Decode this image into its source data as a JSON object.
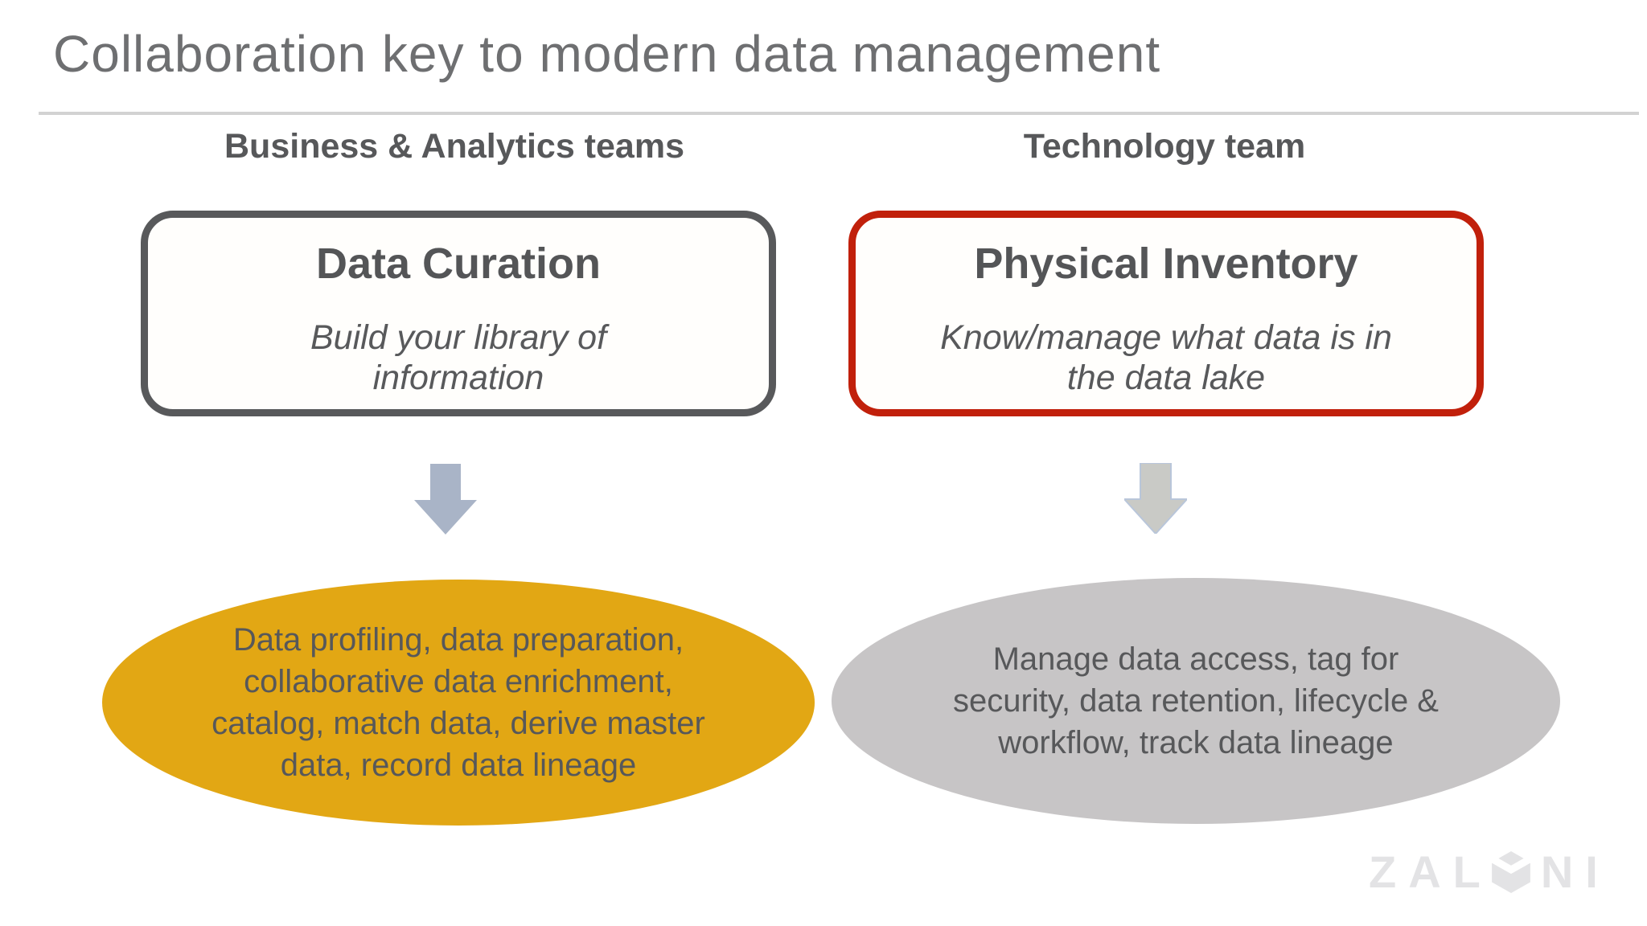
{
  "title": "Collaboration key to modern data management",
  "columns": {
    "left": {
      "header": "Business & Analytics teams",
      "box_title": "Data Curation",
      "box_subtitle": "Build your library of\ninformation",
      "ellipse_text": "Data profiling, data preparation,\ncollaborative data enrichment,\ncatalog, match data, derive master\ndata, record data lineage"
    },
    "right": {
      "header": "Technology team",
      "box_title": "Physical Inventory",
      "box_subtitle": "Know/manage what data is in\nthe data lake",
      "ellipse_text": "Manage data access, tag for\nsecurity, data retention, lifecycle &\nworkflow, track data lineage"
    }
  },
  "watermark": {
    "prefix": "ZAL",
    "suffix": "NI"
  },
  "colors": {
    "title_text": "#6E6F71",
    "heading_text": "#57585A",
    "box_border_gray": "#58595B",
    "box_border_red": "#C1200B",
    "ellipse_gold": "#E2A714",
    "ellipse_gray": "#C7C5C6",
    "arrow_blue_gray": "#A9B4C7",
    "arrow_gray": "#C9CAC6",
    "body_text": "#57585A",
    "divider": "#D2D2D2",
    "watermark_gray": "#E3E3E5"
  }
}
